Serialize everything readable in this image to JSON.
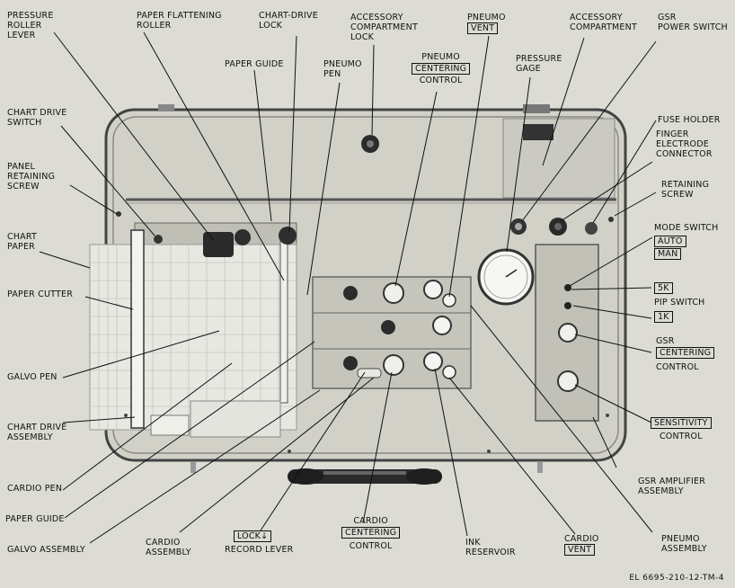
{
  "labels": {
    "pressure_roller_lever": [
      "PRESSURE",
      "ROLLER",
      "LEVER"
    ],
    "paper_flattening_roller": [
      "PAPER FLATTENING",
      "ROLLER"
    ],
    "chart_drive_lock": [
      "CHART-DRIVE",
      "LOCK"
    ],
    "accessory_compartment_lock": [
      "ACCESSORY",
      "COMPARTMENT",
      "LOCK"
    ],
    "pneumo_vent": {
      "line1": "PNEUMO",
      "boxed": "VENT"
    },
    "accessory_compartment": [
      "ACCESSORY",
      "COMPARTMENT"
    ],
    "gsr_power_switch": [
      "GSR",
      "POWER SWITCH"
    ],
    "paper_guide_top": "PAPER GUIDE",
    "pneumo_pen": [
      "PNEUMO",
      "PEN"
    ],
    "pneumo_centering_control": {
      "line1": "PNEUMO",
      "boxed": "CENTERING",
      "line3": "CONTROL"
    },
    "pressure_gage": [
      "PRESSURE",
      "GAGE"
    ],
    "chart_drive_switch": [
      "CHART DRIVE",
      "SWITCH"
    ],
    "fuse_holder": "FUSE HOLDER",
    "finger_electrode_connector": [
      "FINGER",
      "ELECTRODE",
      "CONNECTOR"
    ],
    "panel_retaining_screw": [
      "PANEL",
      "RETAINING",
      "SCREW"
    ],
    "retaining_screw": [
      "RETAINING",
      "SCREW"
    ],
    "chart_paper": [
      "CHART",
      "PAPER"
    ],
    "mode_switch": {
      "line1": "MODE SWITCH",
      "boxed1": "AUTO",
      "boxed2": "MAN"
    },
    "paper_cutter": "PAPER CUTTER",
    "pip_switch": {
      "boxed1": "5K",
      "line": "PIP SWITCH",
      "boxed2": "1K"
    },
    "gsr_centering_control": {
      "line1": "GSR",
      "boxed": "CENTERING",
      "line3": "CONTROL"
    },
    "galvo_pen": "GALVO PEN",
    "sensitivity_control": {
      "boxed": "SENSITIVITY",
      "line2": "CONTROL"
    },
    "chart_drive_assembly": [
      "CHART DRIVE",
      "ASSEMBLY"
    ],
    "cardio_pen": "CARDIO PEN",
    "gsr_amplifier_assembly": [
      "GSR AMPLIFIER",
      "ASSEMBLY"
    ],
    "paper_guide_bottom": "PAPER GUIDE",
    "galvo_assembly": "GALVO ASSEMBLY",
    "cardio_assembly": [
      "CARDIO",
      "ASSEMBLY"
    ],
    "lock_record_lever": {
      "boxed": "LOCK↓",
      "line2": "RECORD LEVER"
    },
    "cardio_centering_control": {
      "line1": "CARDIO",
      "boxed": "CENTERING",
      "line3": "CONTROL"
    },
    "ink_reservoir": [
      "INK",
      "RESERVOIR"
    ],
    "cardio_vent": {
      "line1": "CARDIO",
      "boxed": "VENT"
    },
    "pneumo_assembly": [
      "PNEUMO",
      "ASSEMBLY"
    ]
  },
  "figure_code": "EL 6695-210-12-TM-4"
}
